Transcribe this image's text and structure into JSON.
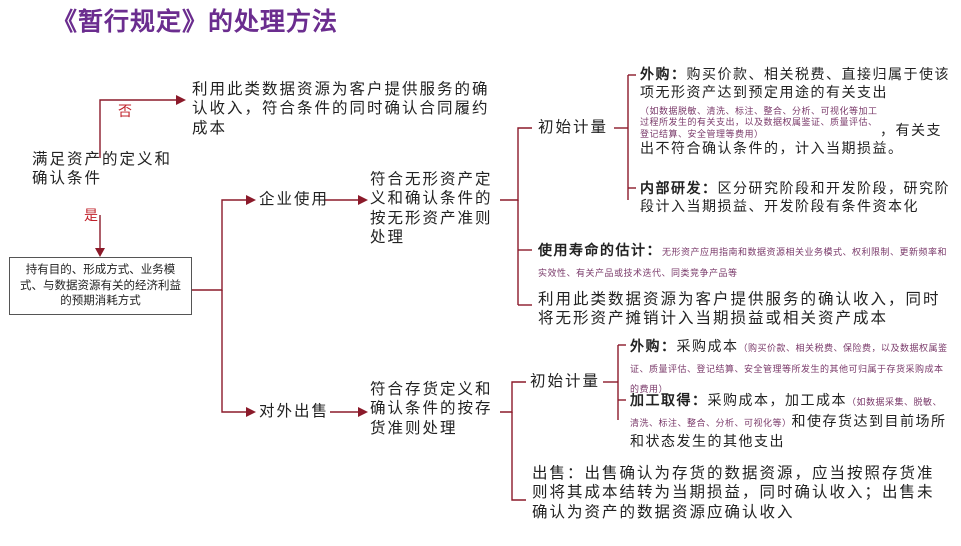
{
  "title": "《暂行规定》的处理方法",
  "root_box": "持有目的、形成方式、业务模式、与数据资源有关的经济利益的预期消耗方式",
  "condition": "满足资产的定义和确认条件",
  "no_label": "否",
  "yes_label": "是",
  "no_result": "利用此类数据资源为客户提供服务的确认收入，符合条件的同时确认合同履约成本",
  "enterprise_use": {
    "label": "企业使用",
    "rule": "符合无形资产定义和确认条件的按无形资产准则处理",
    "initial_measurement": "初始计量",
    "purchase_label": "外购：",
    "purchase_text": "购买价款、相关税费、直接归属于使该项无形资产达到预定用途的有关支出",
    "purchase_note": "（如数据脱敏、清洗、标注、整合、分析、可视化等加工过程所发生的有关支出，以及数据权属鉴证、质量评估、登记结算、安全管理等费用）",
    "purchase_tail": "，有关支出不符合确认条件的，计入当期损益。",
    "rd_label": "内部研发：",
    "rd_text": "区分研究阶段和开发阶段，研究阶段计入当期损益、开发阶段有条件资本化",
    "life_label": "使用寿命的估计：",
    "life_note": "无形资产应用指南和数据资源相关业务模式、权利限制、更新频率和实效性、有关产品或技术迭代、同类竞争产品等",
    "revenue_text": "利用此类数据资源为客户提供服务的确认收入，同时将无形资产摊销计入当期损益或相关资产成本"
  },
  "external_sale": {
    "label": "对外出售",
    "rule": "符合存货定义和确认条件的按存货准则处理",
    "initial_measurement": "初始计量",
    "purchase_label": "外购：",
    "purchase_text": "采购成本",
    "purchase_note": "（购买价款、相关税费、保险费，以及数据权属鉴证、质量评估、登记结算、安全管理等所发生的其他可归属于存货采购成本的费用）",
    "process_label": "加工取得：",
    "process_text": "采购成本，加工成本",
    "process_note": "（如数据采集、脱敏、清洗、标注、整合、分析、可视化等）",
    "process_tail": "和使存货达到目前场所和状态发生的其他支出",
    "sale_text": "出售：出售确认为存货的数据资源，应当按照存货准则将其成本结转为当期损益，同时确认收入；出售未确认为资产的数据资源应确认收入"
  }
}
